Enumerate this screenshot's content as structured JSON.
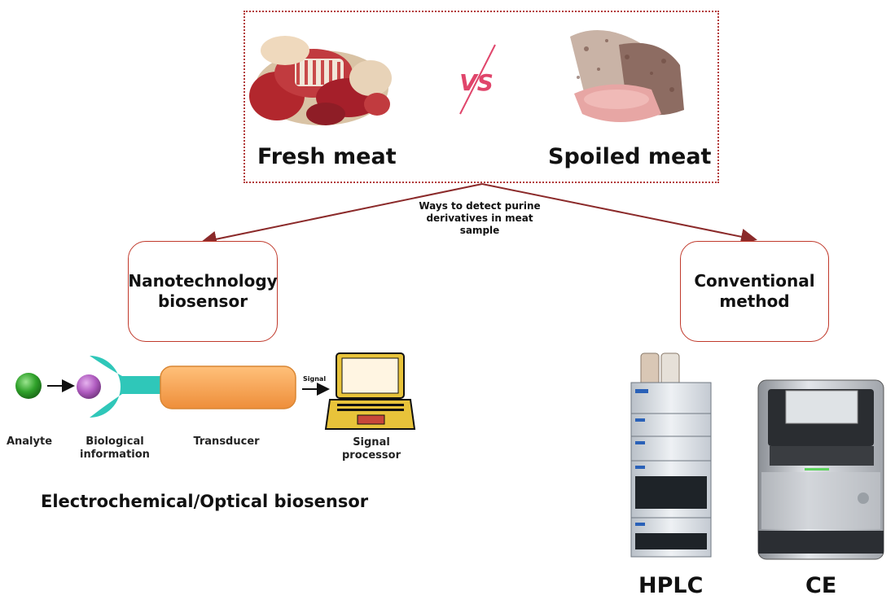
{
  "comparison": {
    "left_label": "Fresh meat",
    "right_label": "Spoiled meat",
    "vs_label": "VS"
  },
  "center_note": "Ways to detect purine derivatives in meat sample",
  "methods": {
    "left": "Nanotechnology\nbiosensor",
    "right": "Conventional\nmethod"
  },
  "biosensor": {
    "analyte": "Analyte",
    "biological": "Biological\ninformation",
    "transducer": "Transducer",
    "signal_arrow": "Signal",
    "processor": "Signal\nprocessor",
    "caption": "Electrochemical/Optical biosensor"
  },
  "instruments": {
    "hplc": "HPLC",
    "ce": "CE"
  },
  "colors": {
    "box_border": "#c0392b",
    "arrow": "#8b2a2a",
    "vs_pink": "#e0456b",
    "analyte": "#2fa12a",
    "bio_receptor": "#2fc7b9",
    "bio_sphere": "#b05cc0",
    "transducer": "#f5a24a",
    "laptop": "#e8c33a"
  }
}
